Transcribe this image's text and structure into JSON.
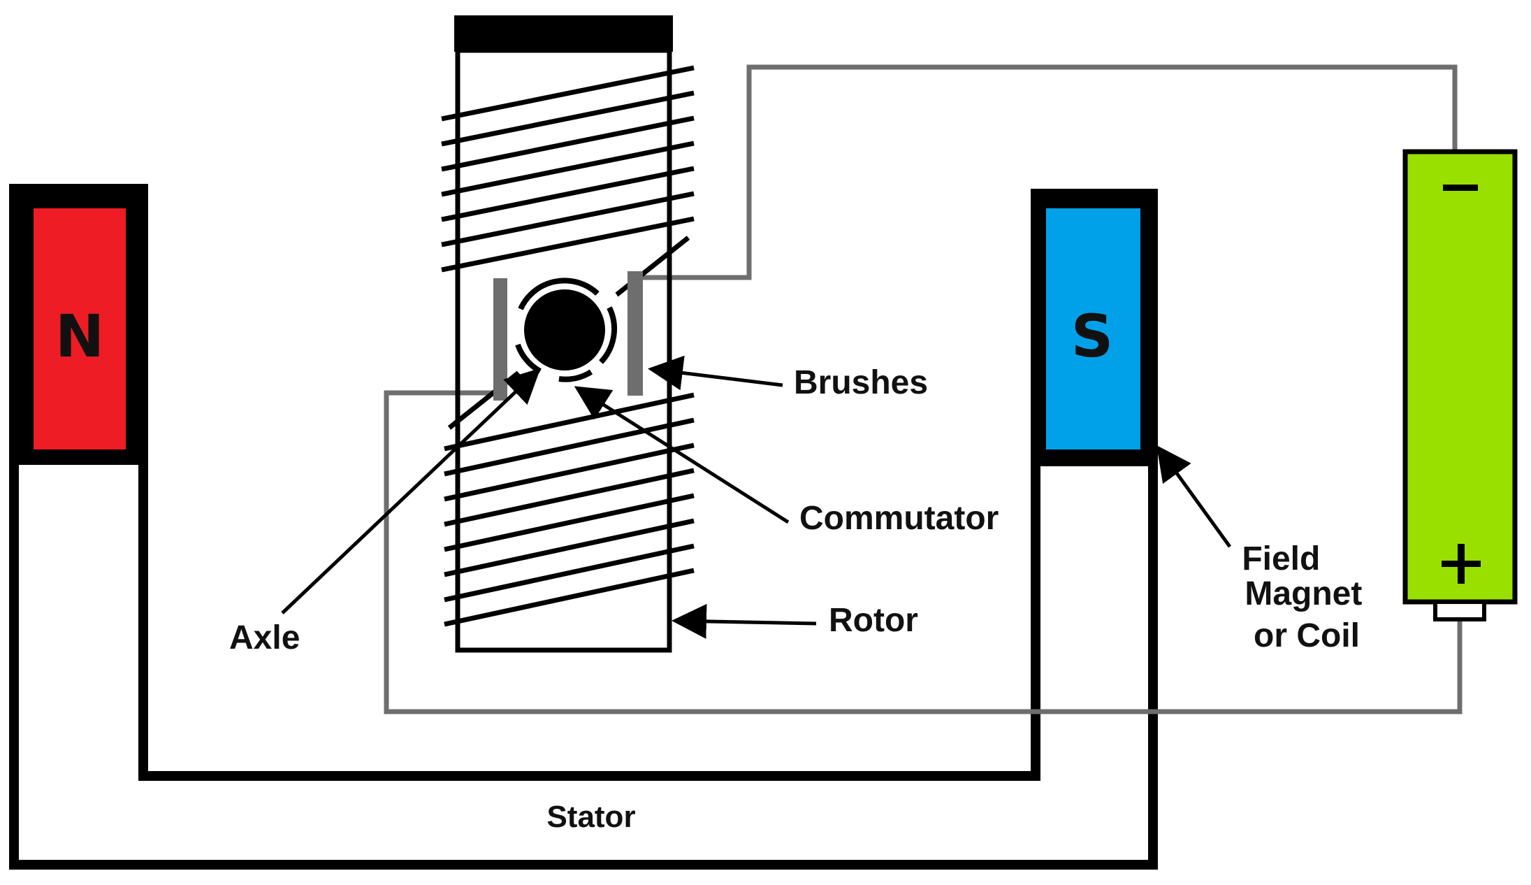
{
  "labels": {
    "north_pole": "N",
    "south_pole": "S",
    "brushes": "Brushes",
    "commutator": "Commutator",
    "rotor": "Rotor",
    "axle": "Axle",
    "stator": "Stator",
    "field_magnet": [
      "Field",
      "Magnet",
      "or Coil"
    ],
    "battery_negative": "−",
    "battery_positive": "+"
  },
  "colors": {
    "north_pole": "#ee1c24",
    "south_pole": "#00a1e9",
    "battery": "#99e000",
    "frame": "#000000",
    "wire": "#6e6e6e"
  }
}
